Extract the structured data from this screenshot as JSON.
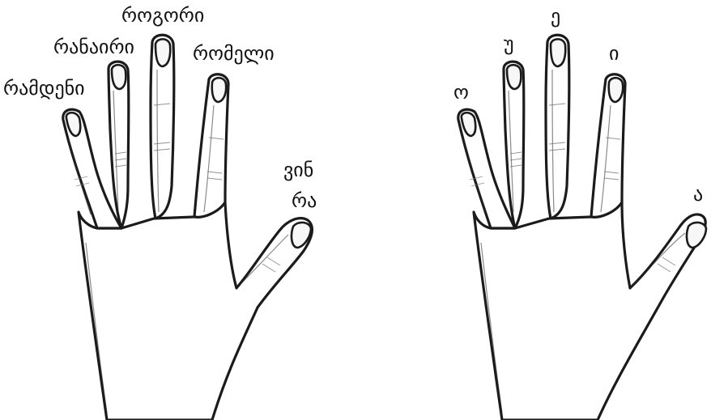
{
  "hands": [
    {
      "id": "left",
      "labels": {
        "pinky": "რამდენი",
        "ring": "რანაირი",
        "middle": "როგორი",
        "index": "რომელი",
        "thumb_line1": "ვინ",
        "thumb_line2": "რა"
      }
    },
    {
      "id": "right",
      "labels": {
        "pinky": "ო",
        "ring": "უ",
        "middle": "ე",
        "index": "ი",
        "thumb": "ა"
      }
    }
  ]
}
